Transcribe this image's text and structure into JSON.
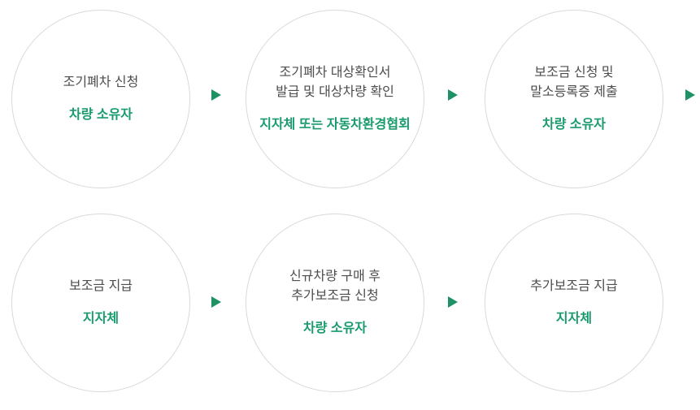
{
  "colors": {
    "background": "#ffffff",
    "accent_green": "#1a9b6d",
    "arrow_green": "#1e9165",
    "text_dark": "#4d4d4d",
    "circle_border": "#d9d9d9",
    "circle_fill": "#ffffff"
  },
  "flow": {
    "rows": [
      {
        "steps": [
          {
            "lines": [
              "조기폐차 신청"
            ],
            "actor": "차량 소유자",
            "arrow_after": true
          },
          {
            "lines": [
              "조기폐차 대상확인서",
              "발급 및 대상차량 확인"
            ],
            "actor": "지자체 또는 자동차환경협회",
            "arrow_after": true
          },
          {
            "lines": [
              "보조금 신청 및",
              "말소등록증 제출"
            ],
            "actor": "차량 소유자",
            "arrow_after": true
          }
        ]
      },
      {
        "steps": [
          {
            "lines": [
              "보조금 지급"
            ],
            "actor": "지자체",
            "arrow_after": true
          },
          {
            "lines": [
              "신규차량 구매 후",
              "추가보조금 신청"
            ],
            "actor": "차량 소유자",
            "arrow_after": true
          },
          {
            "lines": [
              "추가보조금 지급"
            ],
            "actor": "지자체",
            "arrow_after": false
          }
        ]
      }
    ]
  }
}
